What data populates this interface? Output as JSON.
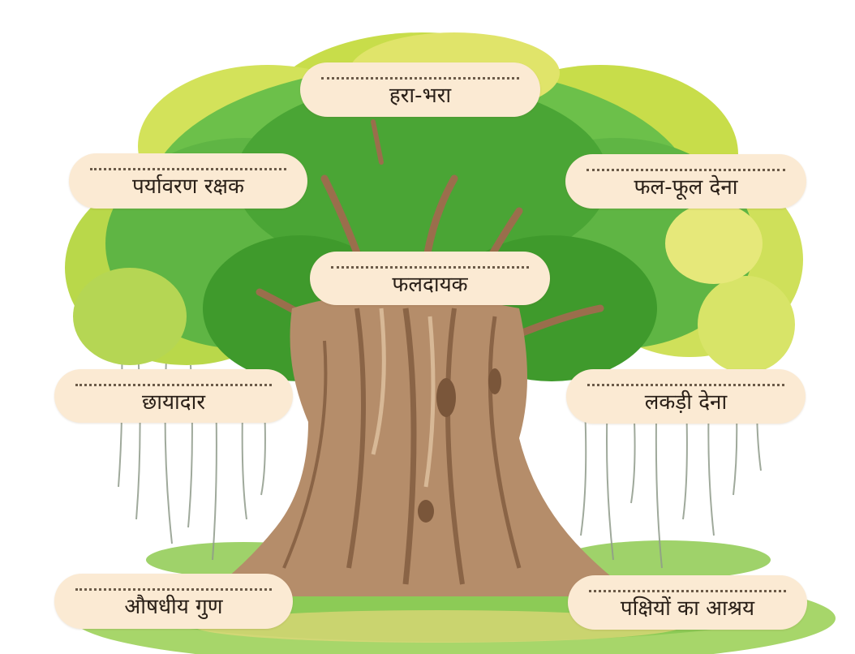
{
  "diagram": {
    "subject": "banyan-tree",
    "labels": {
      "hara_bhara": "हरा-भरा",
      "paryavaran_rakshak": "पर्यावरण रक्षक",
      "phal_phool_dena": "फल-फूल देना",
      "phaldayak": "फलदायक",
      "chhayadar": "छायादार",
      "lakdi_dena": "लकड़ी देना",
      "aushadhiya_gun": "औषधीय गुण",
      "pakshiyon_ka_ashray": "पक्षियों का आश्रय"
    },
    "colors": {
      "label_background": "#fbead3",
      "label_dots": "#6b5a48",
      "foliage_dark": "#3f9a2c",
      "foliage_mid": "#6cc04a",
      "foliage_light": "#c8dd4a",
      "trunk": "#b58d6a",
      "trunk_shadow": "#8a6446",
      "grass": "#7fc24c"
    }
  }
}
